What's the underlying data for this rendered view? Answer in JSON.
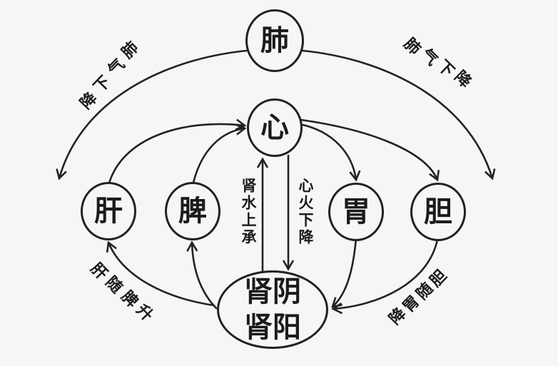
{
  "diagram": {
    "nodes": {
      "lung": "肺",
      "heart": "心",
      "liver": "肝",
      "spleen": "脾",
      "stomach": "胃",
      "gallbladder": "胆",
      "kidney_line1": "肾阴",
      "kidney_line2": "肾阳"
    },
    "edge_labels": {
      "lung_qi_left": "肺气下降",
      "lung_qi_right": "肺气下降",
      "kidney_water_ascends": "肾水上承",
      "heart_fire_descends": "心火下降",
      "liver_rises_with_spleen": "肝随脾升",
      "gallbladder_descends_with_stomach": "胆随胃降"
    },
    "colors": {
      "line": "#222222",
      "text": "#1b1b1b",
      "background": "#f6f6f4"
    }
  }
}
